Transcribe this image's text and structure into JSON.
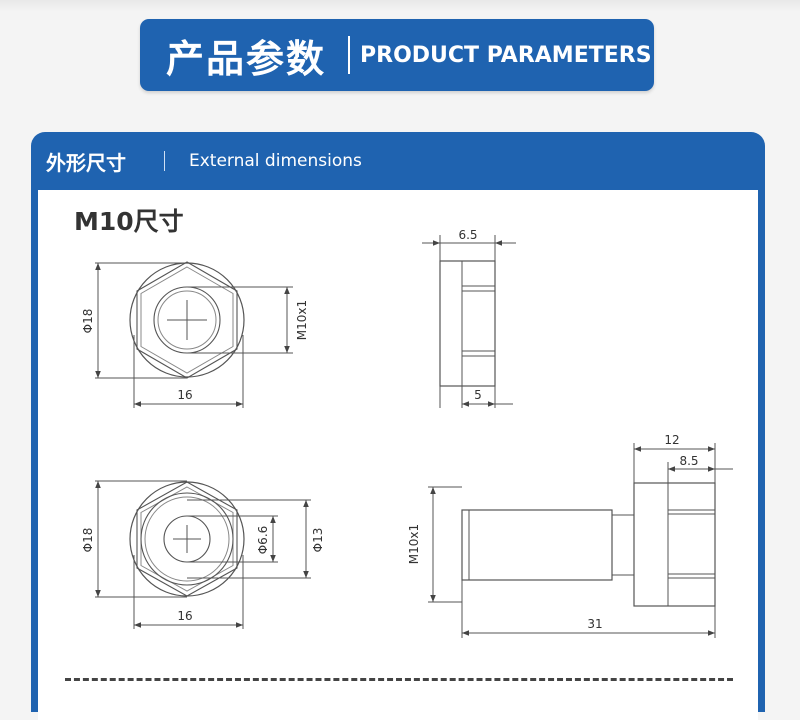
{
  "banner": {
    "title_cn": "产品参数",
    "title_en": "PRODUCT PARAMETERS"
  },
  "section": {
    "title_cn": "外形尺寸",
    "title_en": "External dimensions",
    "subtitle": "M10尺寸"
  },
  "dimensions": {
    "front_top": {
      "dia": "Φ18",
      "thread": "M10x1",
      "width": "16"
    },
    "side_top": {
      "thickness": "6.5",
      "inner": "5"
    },
    "front_bottom": {
      "dia": "Φ18",
      "hole": "Φ6.6",
      "inner_dia": "Φ13",
      "width": "16"
    },
    "side_bottom": {
      "head": "12",
      "head_inner": "8.5",
      "thread": "M10x1",
      "length": "31"
    }
  },
  "colors": {
    "accent": "#1f63b0",
    "line": "#555555"
  }
}
